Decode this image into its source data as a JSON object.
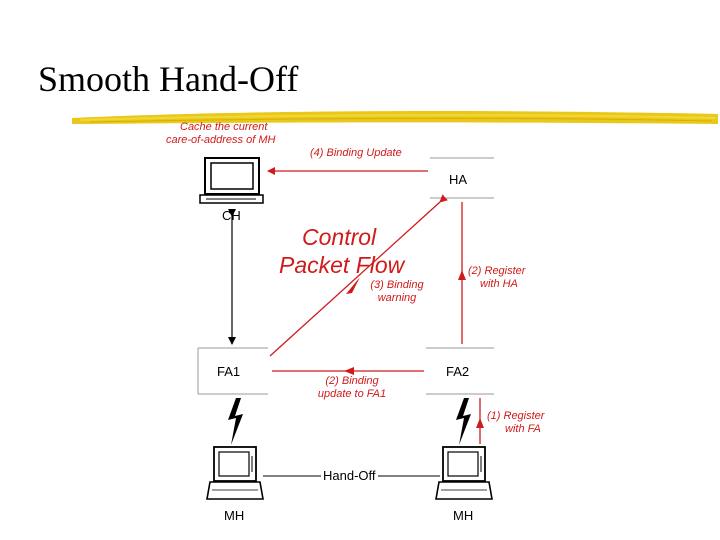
{
  "title": "Smooth Hand-Off",
  "nodes": {
    "ch": "CH",
    "ha": "HA",
    "fa1": "FA1",
    "fa2": "FA2",
    "mh_left": "MH",
    "mh_right": "MH"
  },
  "labels": {
    "cache_line1": "Cache the current",
    "cache_line2": "care-of-address of MH",
    "binding_update_4": "(4) Binding Update",
    "control_line1": "Control",
    "control_line2": "Packet Flow",
    "binding_warning_line1": "(3) Binding",
    "binding_warning_line2": "warning",
    "register_ha_line1": "(2) Register",
    "register_ha_line2": "with HA",
    "binding_update_fa1_line1": "(2) Binding",
    "binding_update_fa1_line2": "update to FA1",
    "register_fa_line1": "(1) Register",
    "register_fa_line2": "with FA",
    "handoff": "Hand-Off"
  },
  "colors": {
    "accent_red": "#d11a1a",
    "underline_yellow": "#e8c200",
    "box_gray": "#9a9a9a"
  }
}
